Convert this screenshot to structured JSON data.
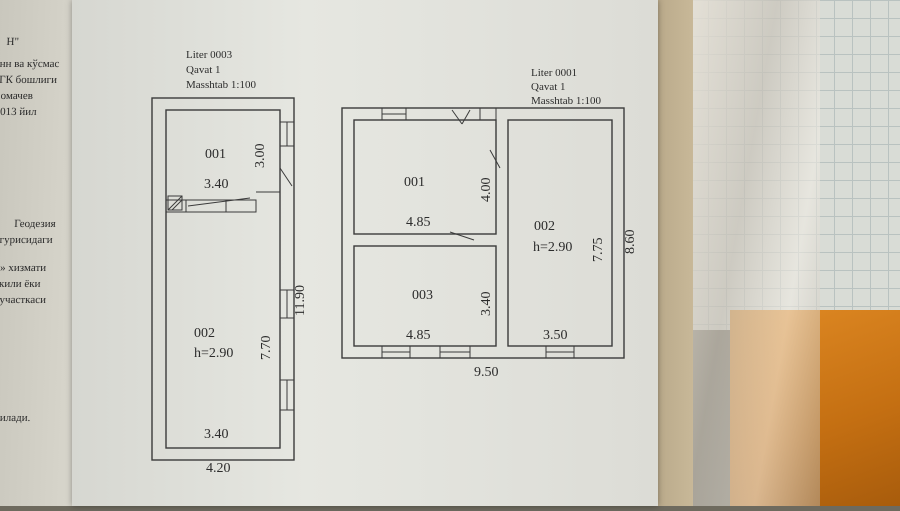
{
  "background_sheet": {
    "lines": [
      "Н\"",
      "нн ва кўсмас",
      "ГК бошлиги",
      "омачев",
      "013 йил",
      "Геодезия",
      "гурисидаги",
      "р» хизмати",
      "акили ёки",
      "участкаси",
      "з килади."
    ]
  },
  "plan_a": {
    "liter": "Liter 0003",
    "floor": "Qavat 1",
    "scale": "Masshtab 1:100",
    "room_001_name": "001",
    "room_001_width": "3.40",
    "room_001_depth": "3.00",
    "room_002_name": "002",
    "room_002_height": "h=2.90",
    "room_002_depth": "7.70",
    "room_002_width": "3.40",
    "total_length": "11.90",
    "total_width": "4.20"
  },
  "plan_b": {
    "liter": "Liter 0001",
    "floor": "Qavat 1",
    "scale": "Masshtab 1:100",
    "room_001_name": "001",
    "room_001_width": "4.85",
    "room_001_depth": "4.00",
    "room_003_name": "003",
    "room_003_width": "4.85",
    "room_003_depth": "3.40",
    "room_002_name": "002",
    "room_002_height": "h=2.90",
    "room_002_depth": "7.75",
    "room_002_width": "3.50",
    "total_length": "9.50",
    "total_depth": "8.60"
  }
}
